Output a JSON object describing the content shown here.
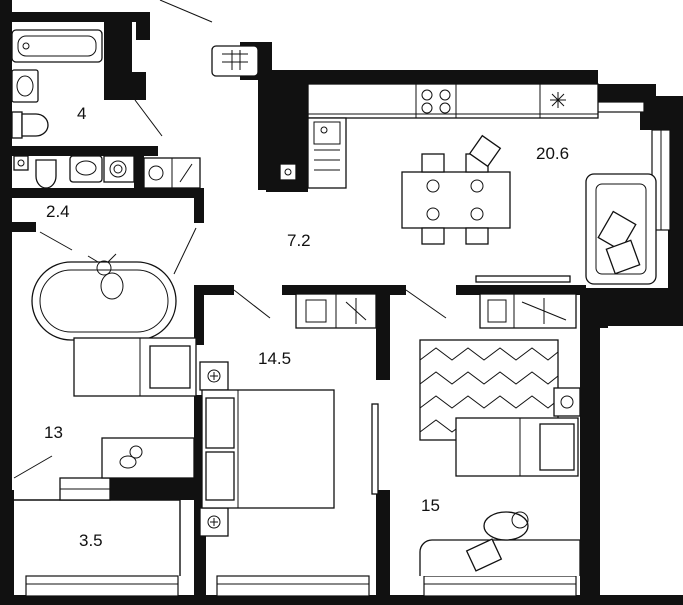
{
  "rooms": [
    {
      "id": "bathroom",
      "area": "4"
    },
    {
      "id": "toilet",
      "area": "2.4"
    },
    {
      "id": "kitchen-living",
      "area": "20.6"
    },
    {
      "id": "hallway",
      "area": "7.2"
    },
    {
      "id": "nursery",
      "area": "13"
    },
    {
      "id": "bedroom",
      "area": "14.5"
    },
    {
      "id": "bedroom-2",
      "area": "15"
    },
    {
      "id": "balcony",
      "area": "3.5"
    }
  ],
  "colors": {
    "wall": "#111111",
    "background": "#ffffff"
  }
}
